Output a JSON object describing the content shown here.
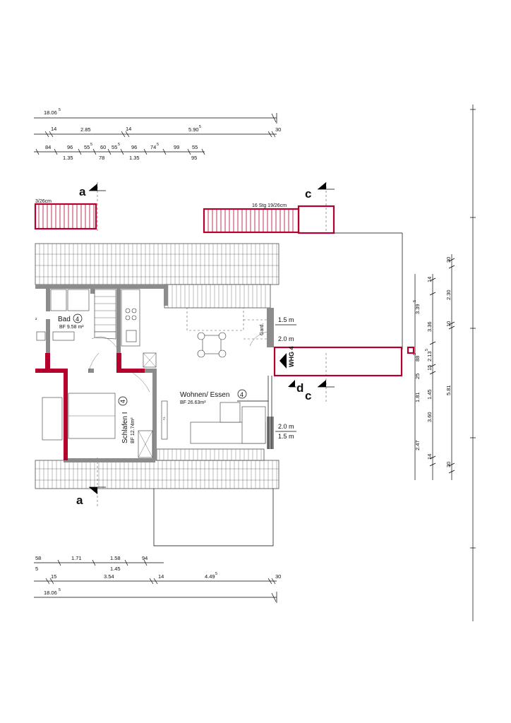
{
  "dimensions_top": {
    "overall": "18.06",
    "overall_sup": "5",
    "row2": [
      "14",
      "2.85",
      "14",
      "5.90",
      "30"
    ],
    "row2_sup": "5",
    "row3": [
      "84",
      "96",
      "55",
      "60",
      "55",
      "96",
      "74",
      "99",
      "55"
    ],
    "row3_sup": [
      "5",
      "5",
      "5"
    ],
    "row4": [
      "1.35",
      "78",
      "1.35",
      "95"
    ]
  },
  "dimensions_bottom": {
    "row1": [
      "58",
      "1.71",
      "1.58",
      "94"
    ],
    "row2": [
      "5",
      "1.45"
    ],
    "row3": [
      "15",
      "3.54",
      "14",
      "4.49",
      "30"
    ],
    "row3_sup": "5",
    "overall": "18.06",
    "overall_sup": "5"
  },
  "dimensions_right": {
    "outer": [
      "30",
      "2.30",
      "10",
      "5.81",
      "30"
    ],
    "middle": [
      "14",
      "3.39",
      "3.36",
      "2.13",
      "15",
      "1.45",
      "3.60",
      "14"
    ],
    "middle_sup": [
      "5",
      "5"
    ],
    "inner": [
      "88",
      "25",
      "1.81",
      "2.47"
    ],
    "inner_sup": "5"
  },
  "section_markers": {
    "a_top": "a",
    "a_bottom": "a",
    "c_top": "c",
    "c_right": "c",
    "d_right": "d"
  },
  "stairs": {
    "left_label": "3/26cm",
    "top_label": "16 Stg 19/26cm"
  },
  "rooms": {
    "bad": {
      "name": "Bad",
      "num": "4",
      "area": "BF 9.58 m²"
    },
    "schlafen": {
      "name": "Schlafen I",
      "num": "4",
      "area": "BF 12.74m²"
    },
    "wohnen": {
      "name": "Wohnen/ Essen",
      "num": "4",
      "area": "BF 26.63m²"
    },
    "bad_fragment": "²"
  },
  "heights": {
    "top_15": "1.5 m",
    "top_20": "2.0 m",
    "bottom_20": "2.0 m",
    "bottom_15": "1.5 m"
  },
  "labels": {
    "garderobe": "Gard.",
    "whg": "WHG 4",
    "tv": "TV"
  }
}
